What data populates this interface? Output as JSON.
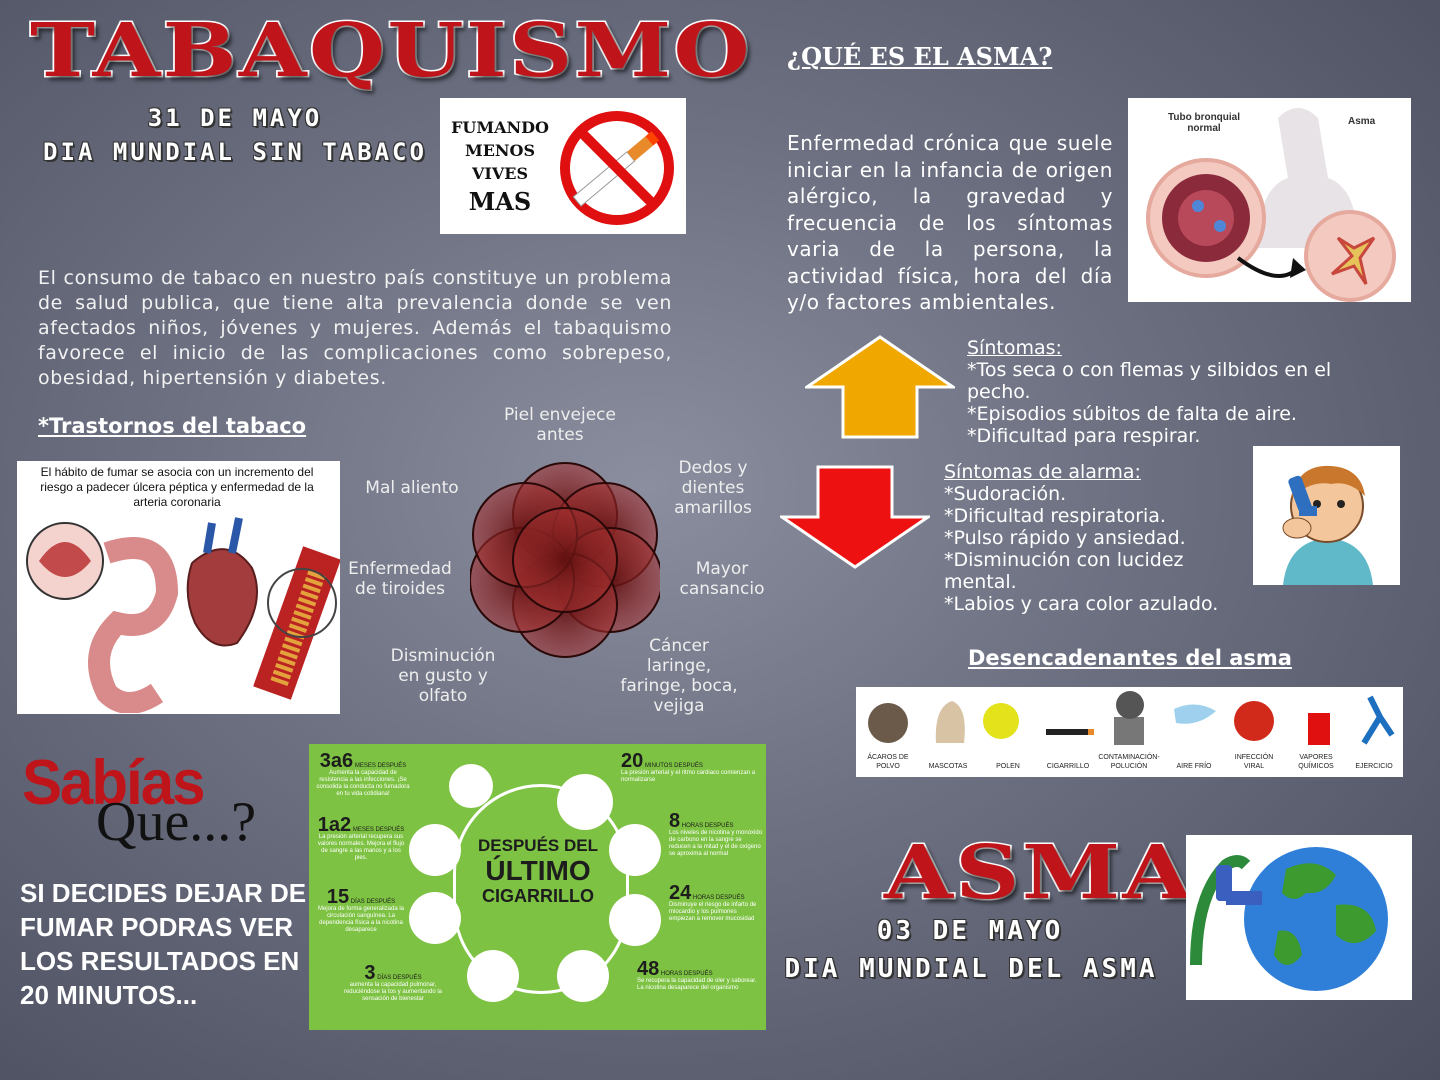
{
  "header": {
    "title": "TABAQUISMO",
    "date": "31 DE MAYO",
    "day": "DIA MUNDIAL SIN TABACO"
  },
  "sign": {
    "lines": [
      "FUMANDO",
      "MENOS",
      "VIVES",
      "MAS"
    ]
  },
  "intro": "El consumo de tabaco en nuestro país constituye un problema de salud publica, que tiene alta prevalencia donde se ven afectados niños, jóvenes y mujeres. Además el tabaquismo favorece el inicio de las complicaciones como sobrepeso, obesidad, hipertensión y diabetes.",
  "disorders": {
    "heading": "*Trastornos del tabaco",
    "image_caption": "El hábito de fumar se asocia con un incremento del riesgo a padecer úlcera péptica y enfermedad de la arteria coronaria",
    "items": {
      "skin": "Piel envejece antes",
      "teeth": "Dedos y dientes amarillos",
      "tired": "Mayor cansancio",
      "cancer": "Cáncer laringe, faringe, boca, vejiga",
      "taste": "Disminución en gusto y olfato",
      "thyroid": "Enfermedad de tiroides",
      "breath": "Mal aliento"
    }
  },
  "sabias": {
    "word1": "Sabías",
    "word2": "Que...?",
    "text": "SI DECIDES DEJAR DE FUMAR PODRAS VER LOS RESULTADOS EN 20 MINUTOS..."
  },
  "poster": {
    "title1": "DESPUÉS DEL",
    "title2": "ÚLTIMO",
    "title3": "CIGARRILLO",
    "t20": "20",
    "t20u": "MINUTOS DESPUÉS",
    "t20d": "La presión arterial y el ritmo cardiaco comienzan a normalizarse",
    "t8": "8",
    "t8u": "HORAS DESPUÉS",
    "t8d": "Los niveles de nicotina y monóxido de carbono en la sangre se reducen a la mitad y el de oxígeno se aproxima al normal",
    "t24": "24",
    "t24u": "HORAS DESPUÉS",
    "t24d": "Disminuye el riesgo de infarto de miocardio y los pulmones empiezan a remover mucosidad",
    "t48": "48",
    "t48u": "HORAS DESPUÉS",
    "t48d": "Se recupera la capacidad de oler y saborear. La nicotina desaparece del organismo",
    "t3": "3",
    "t3u": "DÍAS DESPUÉS",
    "t3d": "aumenta la capacidad pulmonar, reduciéndose la tos y aumentando la sensación de bienestar",
    "t15": "15",
    "t15u": "DÍAS DESPUÉS",
    "t15d": "Mejora de forma generalizada la circulación sanguínea. La dependencia física a la nicotina desaparece",
    "t1a2": "1a2",
    "t1a2u": "MESES DESPUÉS",
    "t1a2d": "La presión arterial recupera sus valores normales. Mejora el flujo de sangre a las manos y a los pies.",
    "t3a6": "3a6",
    "t3a6u": "MESES DESPUÉS",
    "t3a6d": "Aumenta la capacidad de resistencia a las infecciones. ¡Se consolida la conducta no fumadora en tu vida cotidiana!"
  },
  "asthma": {
    "question": "¿QUÉ ES EL ASMA?",
    "definition": "Enfermedad crónica que suele iniciar en la infancia de origen alérgico, la gravedad y frecuencia de los síntomas varia de la persona, la actividad física, hora del día y/o factores ambientales.",
    "img_label_normal": "Tubo bronquial normal",
    "img_label_asthma": "Asma",
    "symptoms_heading": "Síntomas:",
    "symptoms": [
      "*Tos seca o con flemas y silbidos en el pecho.",
      "*Episodios súbitos de falta de aire.",
      "*Dificultad para respirar."
    ],
    "alarm_heading": "Síntomas de alarma:",
    "alarm": [
      "*Sudoración.",
      "*Dificultad respiratoria.",
      "*Pulso rápido y ansiedad.",
      "*Disminución con lucidez mental.",
      "*Labios y cara color azulado."
    ],
    "triggers_heading": "Desencadenantes del asma",
    "triggers": [
      "ÁCAROS DE POLVO",
      "MASCOTAS",
      "POLEN",
      "CIGARRILLO",
      "CONTAMINACIÓN-POLUCIÓN",
      "AIRE FRÍO",
      "INFECCIÓN VIRAL",
      "VAPORES QUÍMICOS",
      "EJERCICIO"
    ],
    "title": "ASMA",
    "date": "03 DE MAYO",
    "day": "DIA MUNDIAL DEL ASMA"
  },
  "colors": {
    "title_red": "#c0141b",
    "arrow_up": "#f0a800",
    "arrow_down": "#ee1111",
    "poster_green": "#7dc242"
  }
}
